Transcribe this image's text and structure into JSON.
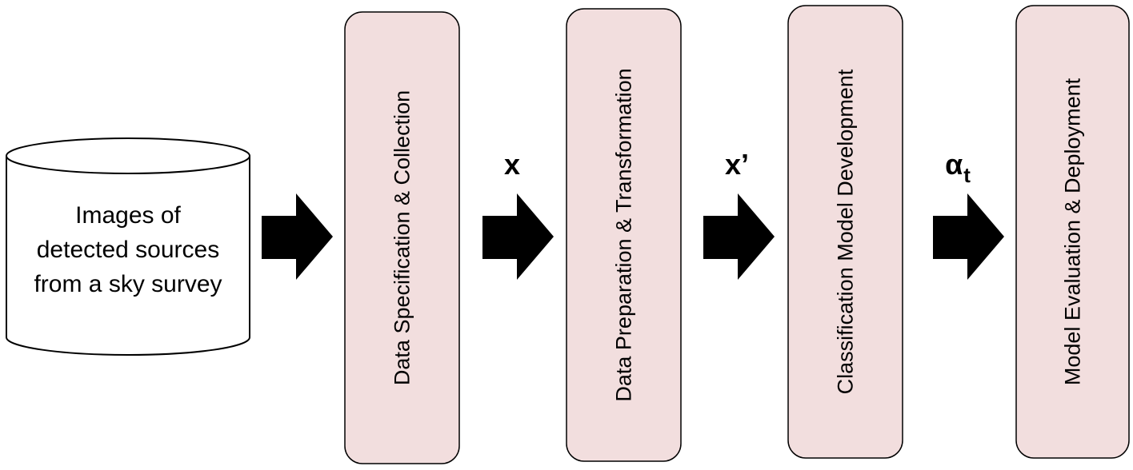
{
  "diagram": {
    "source": {
      "lines": [
        "Images of",
        "detected sources",
        "from a sky survey"
      ]
    },
    "stages": [
      {
        "label": "Data Specification & Collection"
      },
      {
        "label": "Data Preparation & Transformation"
      },
      {
        "label": "Classification Model Development"
      },
      {
        "label": "Model Evaluation & Deployment"
      }
    ],
    "edge_labels": {
      "x": "x",
      "x_prime": "x’",
      "alpha": "α",
      "alpha_sub": "t"
    },
    "colors": {
      "stage_fill": "#f2dede",
      "stroke": "#000000",
      "arrow": "#000000",
      "background": "#ffffff"
    }
  }
}
